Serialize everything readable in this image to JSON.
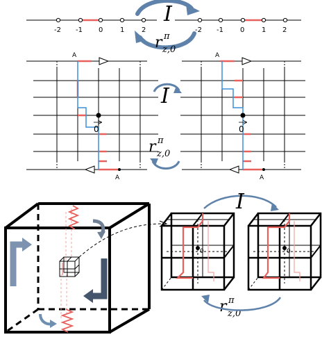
{
  "top": {
    "ticks": [
      "-2",
      "-1",
      "0",
      "1",
      "2"
    ],
    "op_identity": "I",
    "op_r": "r",
    "op_r_sup": "π",
    "op_r_sub": "z,0"
  },
  "middle": {
    "a_label": "A",
    "origin_label": "0",
    "op_identity": "I",
    "op_r": "r",
    "op_r_sup": "π",
    "op_r_sub": "z,0"
  },
  "bottom": {
    "op_identity": "I",
    "op_r": "r",
    "op_r_sup": "π",
    "op_r_sub": "z,0",
    "origin_label": "0"
  },
  "colors": {
    "red": "#e8605c",
    "pink": "#f4a3a0",
    "blue": "#3b8fd9",
    "steel_blue": "#5f82aa",
    "slate": "#5b6e86",
    "black": "#000000"
  }
}
